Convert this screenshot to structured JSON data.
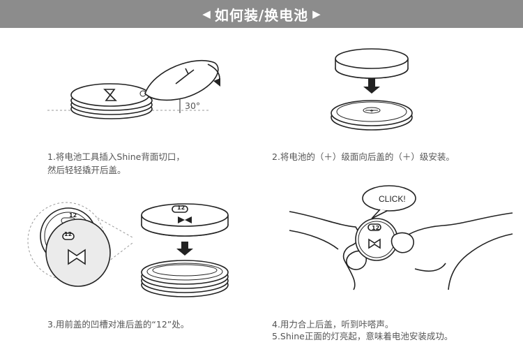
{
  "header": {
    "title": "如何装/换电池",
    "left_arrow": "◀",
    "right_arrow": "▶"
  },
  "steps": [
    {
      "lines": [
        "1.将电池工具插入Shine背面切口，",
        "然后轻轻撬开后盖。"
      ],
      "angle_label": "30°"
    },
    {
      "lines": [
        "2.将电池的（＋）级面向后盖的（＋）级安装。"
      ],
      "battery_sign": "+"
    },
    {
      "lines": [
        "3.用前盖的凹槽对准后盖的“12”处。"
      ],
      "dial_label": "12"
    },
    {
      "lines": [
        "4.用力合上后盖，听到咔嗒声。",
        "5.Shine正面的灯亮起，意味着电池安装成功。"
      ],
      "bubble_text": "CLICK!"
    }
  ],
  "colors": {
    "banner_bg": "#8c8c8c",
    "banner_text": "#ffffff",
    "caption_text": "#555555",
    "line_art": "#222222"
  }
}
